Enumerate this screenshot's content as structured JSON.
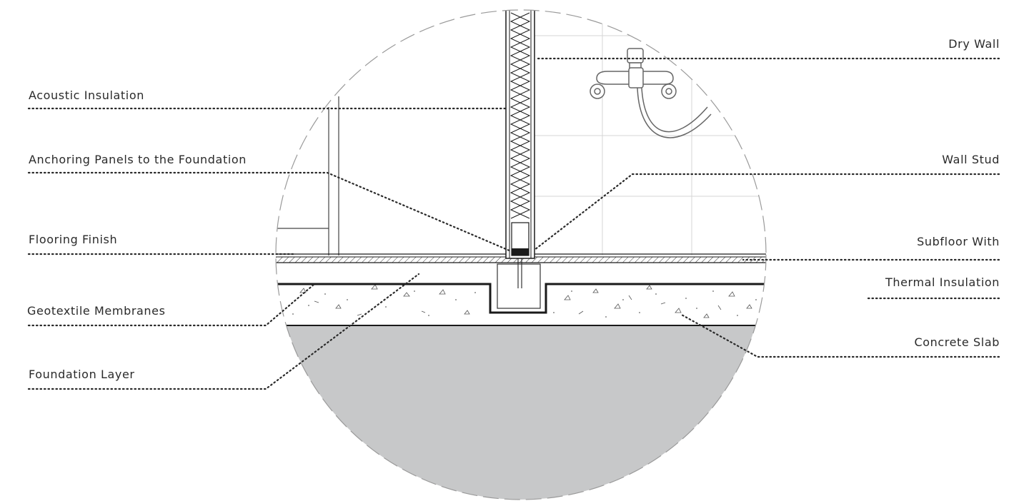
{
  "labels": {
    "acoustic_insulation": "Acoustic Insulation",
    "anchoring_panels": "Anchoring Panels to the Foundation",
    "flooring_finish": "Flooring Finish",
    "geotextile_membranes": "Geotextile Membranes",
    "foundation_layer": "Foundation Layer",
    "dry_wall": "Dry Wall",
    "wall_stud": "Wall Stud",
    "subfloor_with": "Subfloor With",
    "thermal_insulation": "Thermal Insulation",
    "concrete_slab": "Concrete Slab"
  },
  "colors": {
    "line": "#1a1a1a",
    "leader": "#333333",
    "dashed_circle": "#9a9a9a",
    "foundation_fill": "#c7c8c9",
    "tile_lines": "#d4d4d4"
  }
}
